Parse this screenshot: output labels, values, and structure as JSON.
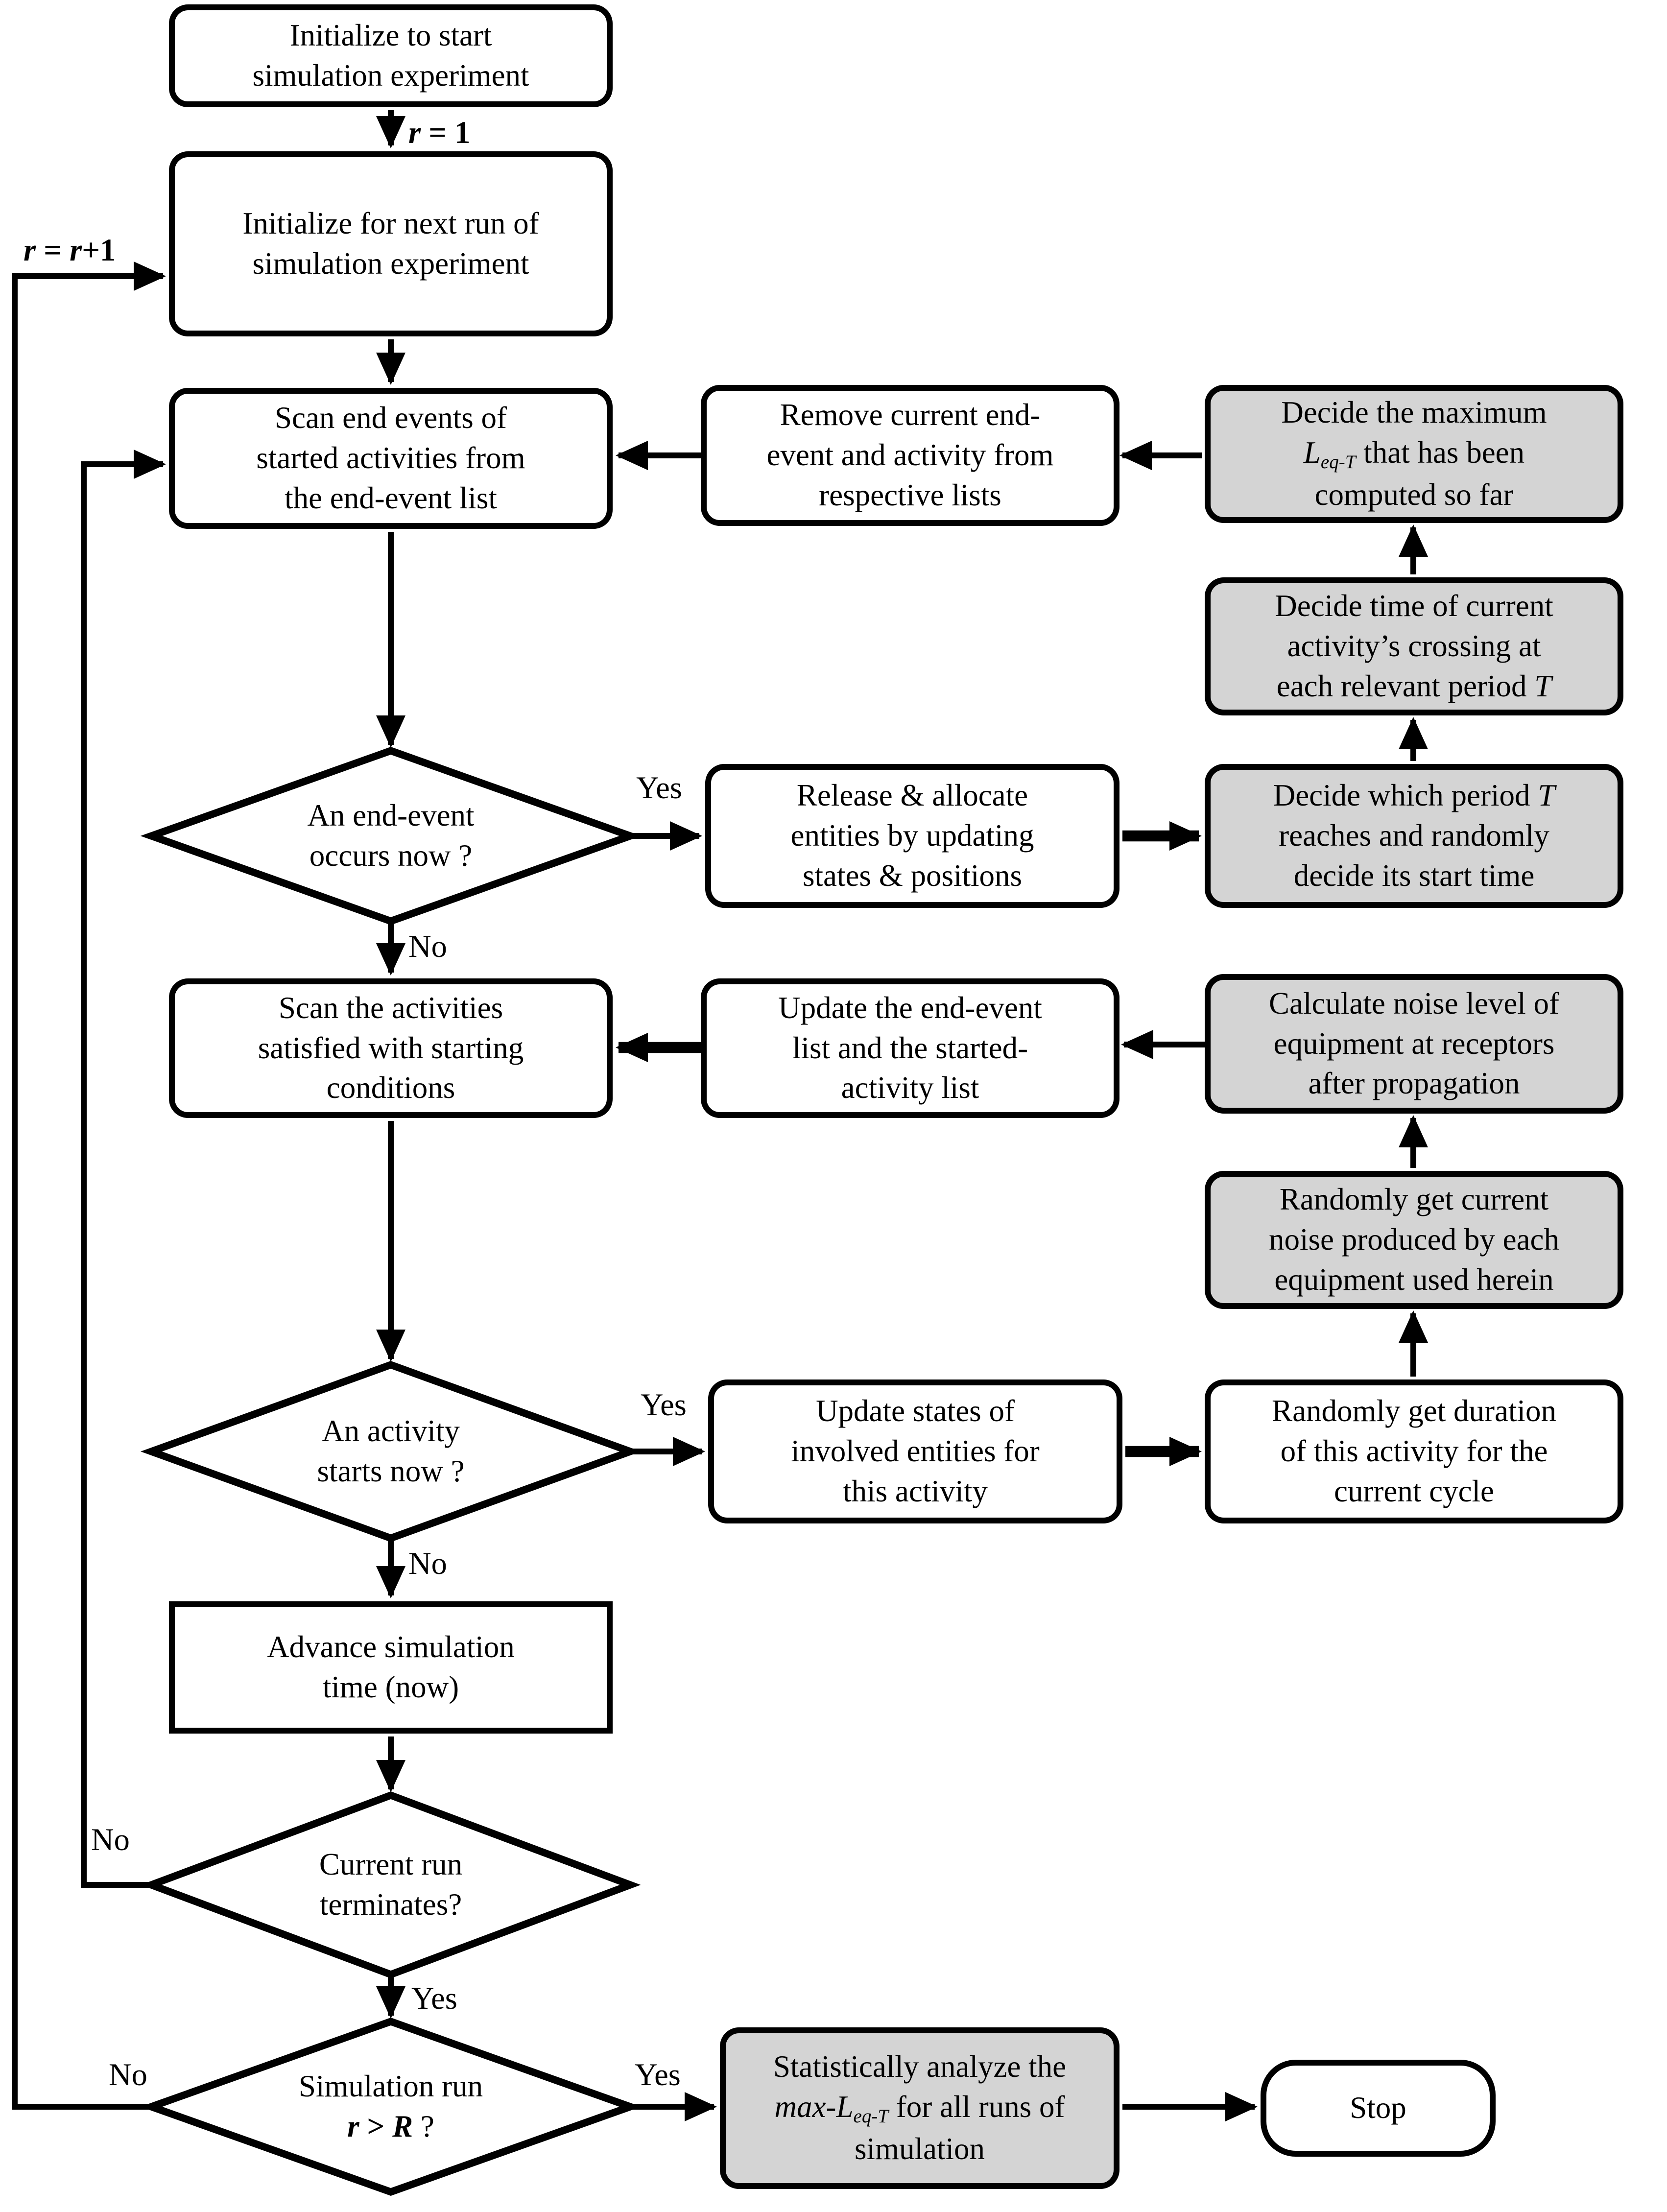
{
  "figure": {
    "type": "flowchart"
  },
  "colors": {
    "line": "#000000",
    "box_fill": "#ffffff",
    "shaded_fill": "#d4d4d4"
  },
  "labels": {
    "yes": "Yes",
    "no": "No",
    "r_init": {
      "var": "r",
      "rest": " = 1"
    },
    "r_incr": {
      "var": "r",
      "mid": " = ",
      "var2": "r",
      "rest": "+1"
    }
  },
  "nodes": {
    "init_start": {
      "label": "Initialize to start simulation experiment"
    },
    "init_next_run": {
      "label": "Initialize for next run of simulation experiment"
    },
    "scan_end_events": {
      "label": "Scan end events of started activities from the end-event list"
    },
    "remove_current": {
      "label": "Remove current end-event and activity from respective lists"
    },
    "decide_max": {
      "pre": "Decide the maximum ",
      "sym": "L",
      "sub": "eq-T",
      "post": " that has been computed so far"
    },
    "decide_time": {
      "pre": "Decide time of current activity’s crossing at each relevant period ",
      "sym": "T"
    },
    "end_event_q": {
      "label": "An end-event occurs now ?"
    },
    "release_allocate": {
      "label": "Release & allocate entities by updating states & positions"
    },
    "decide_period": {
      "pre": "Decide which period ",
      "sym": "T",
      "post": " reaches and randomly decide its start time"
    },
    "scan_activities": {
      "label": "Scan the activities satisfied with starting conditions"
    },
    "update_lists": {
      "label": "Update the end-event list and the started-activity list"
    },
    "calc_noise": {
      "label": "Calculate noise level of equipment at receptors after propagation"
    },
    "random_noise": {
      "label": "Randomly get current noise produced by each equipment used herein"
    },
    "activity_q": {
      "label": "An activity starts now ?"
    },
    "update_states": {
      "label": "Update states of involved entities for this activity"
    },
    "random_duration": {
      "label": "Randomly get duration of this activity for the current cycle"
    },
    "advance_time": {
      "label": "Advance simulation time (now)"
    },
    "run_terminates_q": {
      "label": "Current run terminates?"
    },
    "sim_run_q": {
      "pre": "Simulation run ",
      "var": "r",
      "op": " > ",
      "var2": "R",
      "post": " ?"
    },
    "stat_analyze": {
      "pre": "Statistically analyze the ",
      "italic": "max-",
      "sym": "L",
      "sub": "eq-T",
      "post": " for all runs of simulation"
    },
    "stop": {
      "label": "Stop"
    }
  }
}
